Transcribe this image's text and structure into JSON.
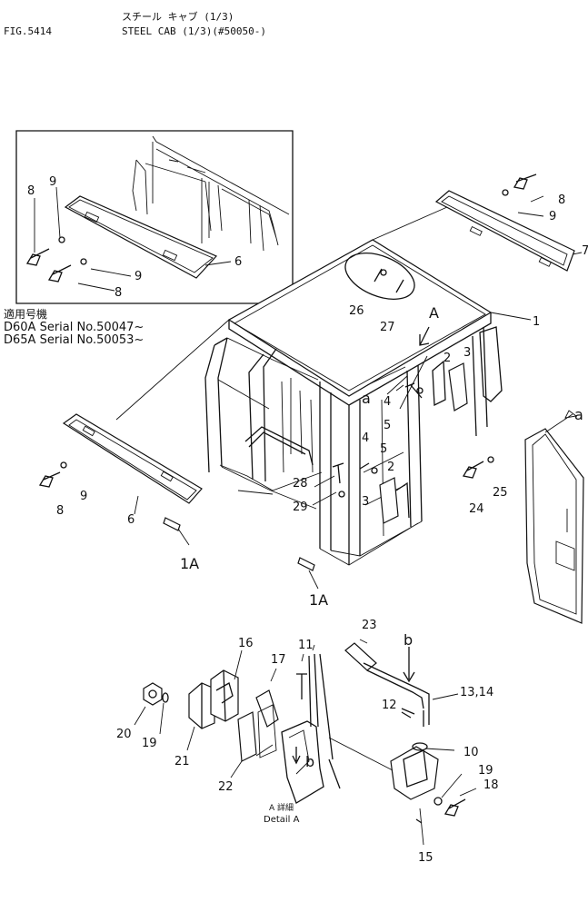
{
  "header": {
    "fig_label": "FIG.5414",
    "title_jp": "スチール キャブ (1/3)",
    "title_en": "STEEL CAB (1/3)(#50050-)"
  },
  "applicability": {
    "heading": "適用号機",
    "lines": [
      "D60A  Serial  No.50047~",
      "D65A  Serial  No.50053~"
    ]
  },
  "inset": {
    "callouts": [
      "8",
      "9",
      "9",
      "8",
      "6"
    ]
  },
  "callouts": {
    "main": [
      "8",
      "9",
      "7",
      "1",
      "26",
      "27",
      "A",
      "2",
      "3",
      "a",
      "4",
      "5",
      "4",
      "5",
      "2",
      "3",
      "28",
      "29",
      "a",
      "24",
      "25",
      "8",
      "9",
      "6",
      "1A",
      "1A"
    ],
    "detail": [
      "23",
      "b",
      "16",
      "17",
      "11",
      "13,14",
      "12",
      "20",
      "19",
      "21",
      "22",
      "b",
      "10",
      "19",
      "18",
      "15"
    ]
  },
  "detail_label": {
    "jp": "A 詳細",
    "en": "Detail A"
  }
}
